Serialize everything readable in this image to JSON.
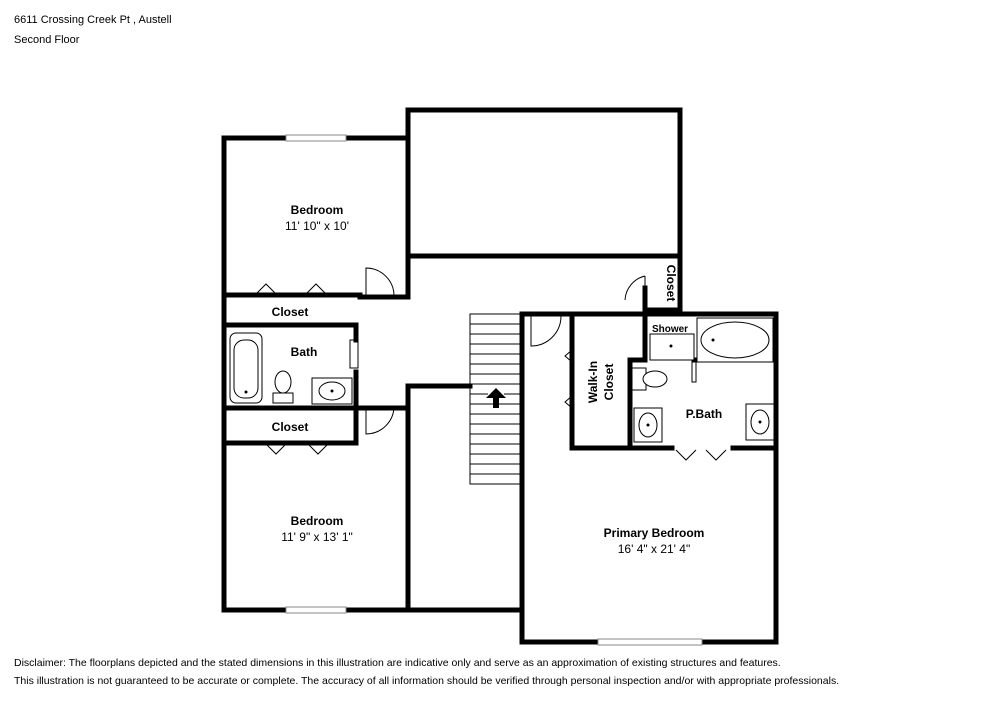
{
  "header": {
    "address": "6611 Crossing Creek Pt , Austell",
    "floor": "Second Floor"
  },
  "rooms": {
    "bedroom_top": {
      "name": "Bedroom",
      "dims": "11' 10\" x 10'"
    },
    "closet_top": {
      "name": "Closet"
    },
    "bath": {
      "name": "Bath"
    },
    "closet_mid": {
      "name": "Closet"
    },
    "bedroom_bottom": {
      "name": "Bedroom",
      "dims": "11' 9\" x 13' 1\""
    },
    "closet_right": {
      "name": "Closet"
    },
    "shower": {
      "name": "Shower"
    },
    "walk_in_closet": {
      "line1": "Walk-In",
      "line2": "Closet"
    },
    "primary_bath": {
      "name": "P.Bath"
    },
    "primary_bedroom": {
      "name": "Primary Bedroom",
      "dims": "16' 4\" x 21' 4\""
    }
  },
  "disclaimer": {
    "line1": "Disclaimer: The floorplans depicted and the stated dimensions in this illustration are indicative only and serve as an approximation of existing structures and features.",
    "line2": "This illustration is not guaranteed to be accurate or complete. The accuracy of all information should be verified through personal inspection and/or with appropriate professionals."
  }
}
